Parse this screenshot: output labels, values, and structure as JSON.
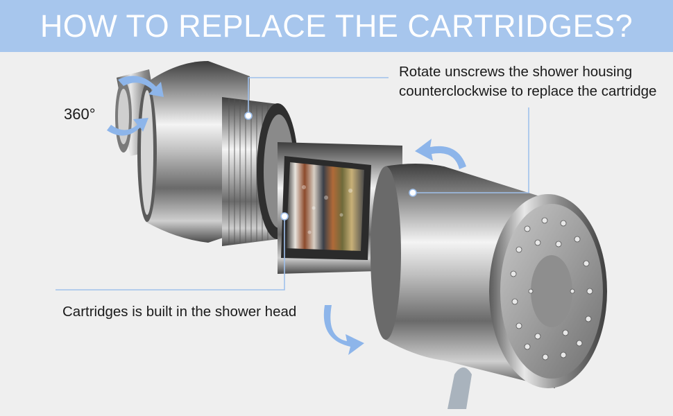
{
  "banner": {
    "title": "HOW TO REPLACE THE CARTRIDGES?",
    "color": "#a7c6ed"
  },
  "annotations": {
    "rotation_label": "360°",
    "housing_instruction": "Rotate unscrews  the shower housing counterclockwise to replace the cartridge",
    "cartridge_note": "Cartridges is built in the shower head"
  },
  "colors": {
    "background": "#efefef",
    "leader_line": "#9fc0ec",
    "rotation_arrow": "#8db5ea",
    "chrome_light": "#f2f2f2",
    "chrome_dark": "#3a3a3a"
  },
  "illustration": {
    "subject": "chrome filtered shower head with cartridge window",
    "icons": [
      "rotate-arrow-icon",
      "leader-dot-icon"
    ]
  }
}
